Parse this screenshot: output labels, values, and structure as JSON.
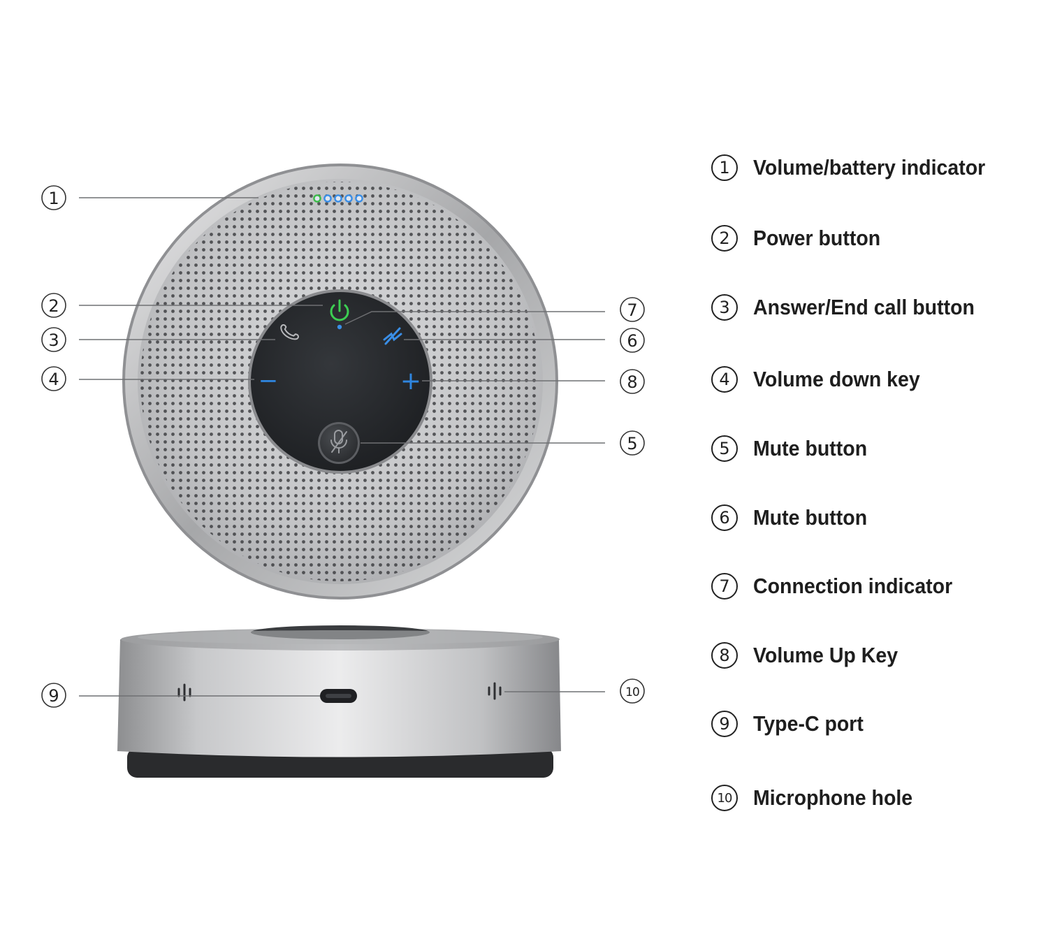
{
  "diagram": {
    "callouts": [
      {
        "num": "1",
        "label": "Volume/battery indicator"
      },
      {
        "num": "2",
        "label": "Power button"
      },
      {
        "num": "3",
        "label": "Answer/End call button"
      },
      {
        "num": "4",
        "label": "Volume down key"
      },
      {
        "num": "5",
        "label": "Mute button"
      },
      {
        "num": "6",
        "label": "Mute button"
      },
      {
        "num": "7",
        "label": "Connection indicator"
      },
      {
        "num": "8",
        "label": "Volume Up Key"
      },
      {
        "num": "9",
        "label": "Type-C port"
      },
      {
        "num": "10",
        "label": "Microphone hole"
      }
    ],
    "buttons": {
      "volume_down_glyph": "−",
      "volume_up_glyph": "+"
    },
    "indicators": {
      "battery_led_count": 5,
      "battery_leds_lit": 5
    },
    "colors": {
      "led_green": "#3dbb4a",
      "led_blue": "#3a8ee6",
      "panel_dark": "#26282b",
      "body_silver": "#c9cacc",
      "button_blue": "#2f86e0",
      "power_green": "#3ccd52"
    },
    "icons": {
      "power": "power-icon",
      "call": "phone-icon",
      "mute_top": "mute-slash-icon",
      "mic_mute": "mic-off-icon",
      "port": "usb-c-icon",
      "mic_hole": "microphone-hole-icon"
    }
  }
}
